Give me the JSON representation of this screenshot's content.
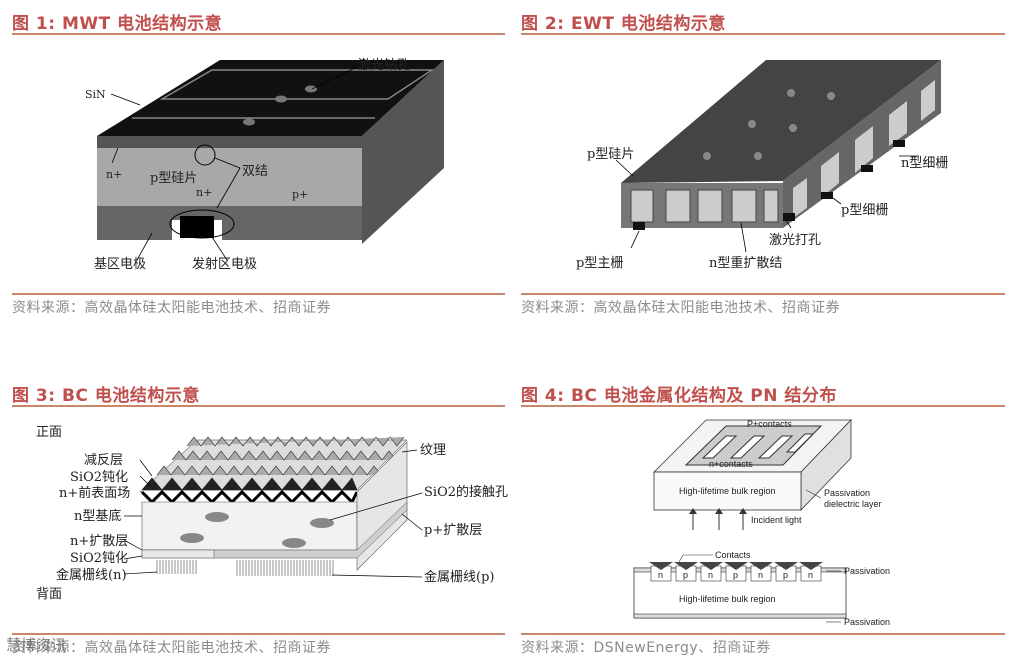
{
  "figures": [
    {
      "title": "图 1:  MWT 电池结构示意",
      "source": "资料来源：高效晶体硅太阳能电池技术、招商证券",
      "labels": {
        "sin": "SiN",
        "laser_hole": "激光钻孔",
        "n_plus_left": "n+",
        "p_wafer": "p型硅片",
        "double_junction": "双结",
        "n_plus_center": "n+",
        "p_plus": "p+",
        "base_electrode": "基区电极",
        "emitter_electrode": "发射区电极"
      }
    },
    {
      "title": "图 2:  EWT 电池结构示意",
      "source": "资料来源：高效晶体硅太阳能电池技术、招商证券",
      "labels": {
        "p_wafer": "p型硅片",
        "n_grid": "n型细栅",
        "p_grid": "p型细栅",
        "laser_hole": "激光打孔",
        "p_busbar": "p型主栅",
        "n_diffusion": "n型重扩散结"
      }
    },
    {
      "title": "图 3:  BC 电池结构示意",
      "source": "资料来源：高效晶体硅太阳能电池技术、招商证券",
      "labels": {
        "front": "正面",
        "arc": "减反层",
        "sio2_passivation_top": "SiO2钝化",
        "front_field": "n+前表面场",
        "n_base": "n型基底",
        "n_diffusion": "n+扩散层",
        "sio2_passivation_bottom": "SiO2钝化",
        "metal_n": "金属栅线(n)",
        "back": "背面",
        "texture": "纹理",
        "contact_hole": "SiO2的接触孔",
        "p_diffusion": "p+扩散层",
        "metal_p": "金属栅线(p)"
      }
    },
    {
      "title": "图 4:  BC 电池金属化结构及 PN 结分布",
      "source": "资料来源：DSNewEnergy、招商证券",
      "labels": {
        "p_contacts": "P+contacts",
        "n_contacts": "n+contacts",
        "bulk_top": "High-lifetime bulk region",
        "passivation_dielectric_1": "Passivation",
        "passivation_dielectric_2": "dielectric layer",
        "incident_light": "Incident light",
        "contacts": "Contacts",
        "passivation_right": "Passivation",
        "bulk_bottom": "High-lifetime bulk region",
        "passivation_bottom": "Passivation",
        "cell_letters": [
          "n",
          "p",
          "n",
          "p",
          "n",
          "p",
          "n"
        ]
      }
    }
  ],
  "watermark": "慧博资讯"
}
